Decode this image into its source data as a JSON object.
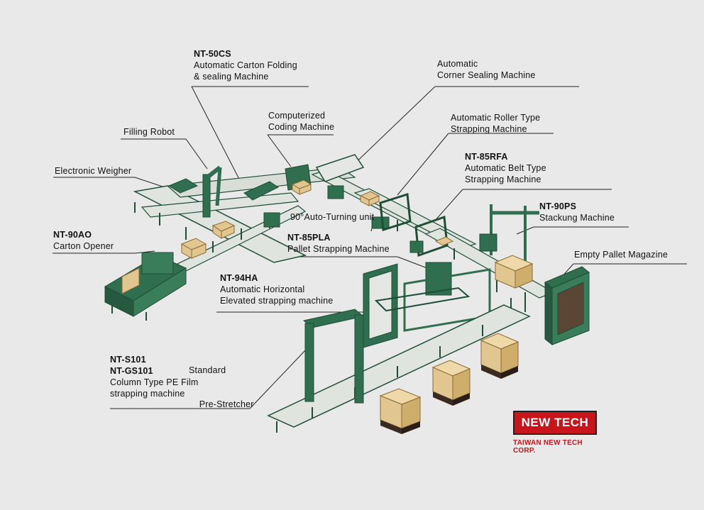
{
  "labels": {
    "nt50cs": {
      "code": "NT-50CS",
      "lines": [
        "Automatic Carton Folding",
        "& sealing Machine"
      ]
    },
    "corner": {
      "code": "",
      "lines": [
        "Automatic",
        "Corner Sealing Machine"
      ]
    },
    "coding": {
      "code": "",
      "lines": [
        "Computerized",
        "Coding Machine"
      ]
    },
    "roller": {
      "code": "",
      "lines": [
        "Automatic Roller Type",
        "Strapping Machine"
      ]
    },
    "filling": {
      "code": "",
      "lines": [
        "Filling  Robot"
      ]
    },
    "nt85rfa": {
      "code": "NT-85RFA",
      "lines": [
        "Automatic Belt  Type",
        "Strapping Machine"
      ]
    },
    "weigher": {
      "code": "",
      "lines": [
        "Electronic  Weigher"
      ]
    },
    "nt90ps": {
      "code": "NT-90PS",
      "lines": [
        "Stackung Machine"
      ]
    },
    "turning": {
      "code": "",
      "lines": [
        "90°Auto-Turning unit"
      ]
    },
    "nt90ao": {
      "code": "NT-90AO",
      "lines": [
        "Carton Opener"
      ]
    },
    "nt85pla": {
      "code": "NT-85PLA",
      "lines": [
        "Pallet Strapping Machine"
      ]
    },
    "pallet_mag": {
      "code": "",
      "lines": [
        "Empty  Pallet  Magazine"
      ]
    },
    "nt94ha": {
      "code": "NT-94HA",
      "lines": [
        "Automatic Horizontal",
        "Elevated strapping  machine"
      ]
    },
    "stretcher": {
      "code": "",
      "lines": [
        "Standard",
        "    Pre-Stretcher"
      ]
    },
    "nts101": {
      "code": "NT-S101",
      "lines": [
        "NT-GS101",
        "Column Type  PE Film",
        "strapping  machine"
      ]
    }
  },
  "logo": {
    "brand": "NEW TECH",
    "company": "TAIWAN NEW TECH CORP."
  },
  "colors": {
    "background": "#e9e9e9",
    "machine_green": "#2f6e4e",
    "frame_dark": "#1f4d36",
    "carton": "#e2c690",
    "logo_red": "#c8141b"
  }
}
